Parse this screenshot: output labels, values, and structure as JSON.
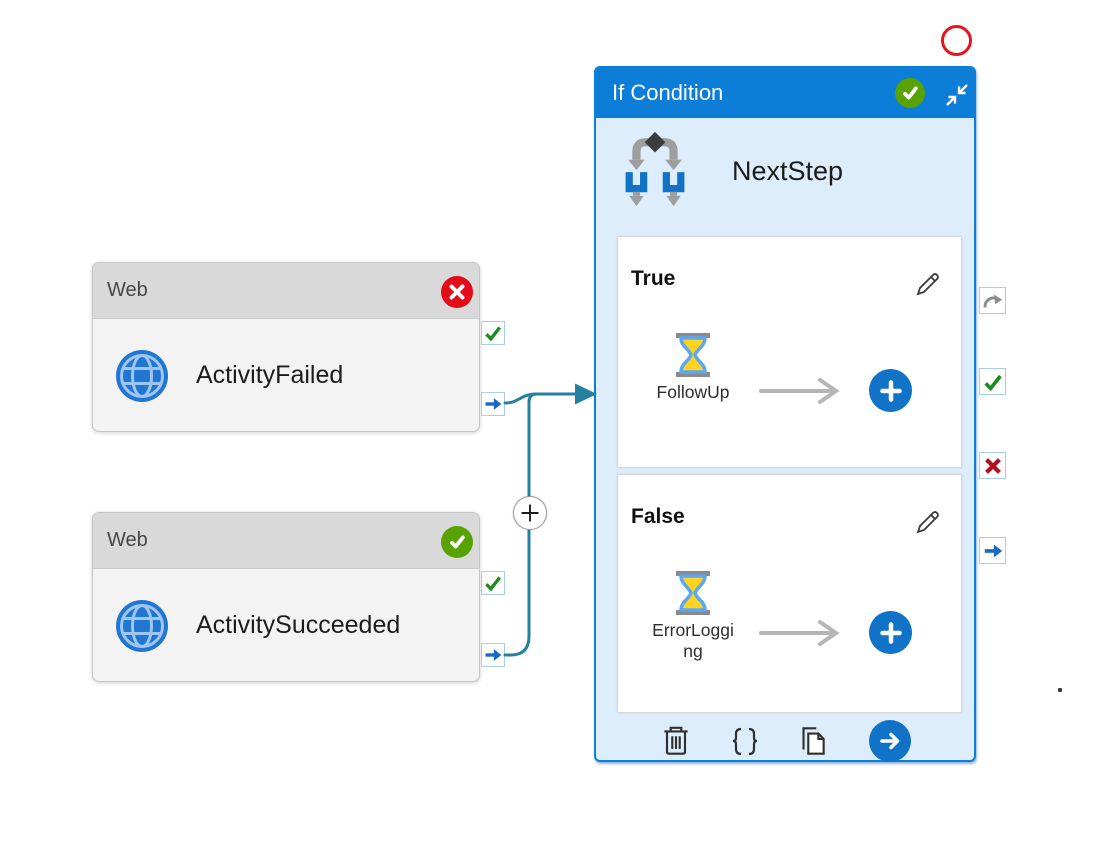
{
  "canvas": {
    "background": "#ffffff",
    "type": "pipeline-designer-canvas"
  },
  "activities": {
    "activity_failed": {
      "type": "Web",
      "name": "ActivityFailed",
      "status": "Failed"
    },
    "activity_succeeded": {
      "type": "Web",
      "name": "ActivitySucceeded",
      "status": "Succeeded"
    }
  },
  "if_condition": {
    "title": "If Condition",
    "status": "Succeeded",
    "name": "NextStep",
    "true_branch": {
      "label": "True",
      "activity": "FollowUp"
    },
    "false_branch": {
      "label": "False",
      "activity": "ErrorLogging"
    },
    "toolbar_icons": [
      "trash-icon",
      "braces-icon",
      "copy-icon",
      "arrow-right-icon"
    ],
    "output_ports": [
      "skip",
      "success",
      "failure",
      "completion"
    ]
  },
  "web_ports": [
    "success",
    "completion"
  ],
  "colors": {
    "if_header_blue": "#0d7ed8",
    "if_body_blue": "#ddedfb",
    "accent_blue": "#1173c8",
    "status_green": "#58a303",
    "status_red": "#e40c18",
    "connector_teal": "#26809f",
    "web_header_gray": "#d9d9d9",
    "annotation_red": "#e8131f"
  },
  "annotation": {
    "shape": "circle",
    "color": "#e8131f"
  }
}
